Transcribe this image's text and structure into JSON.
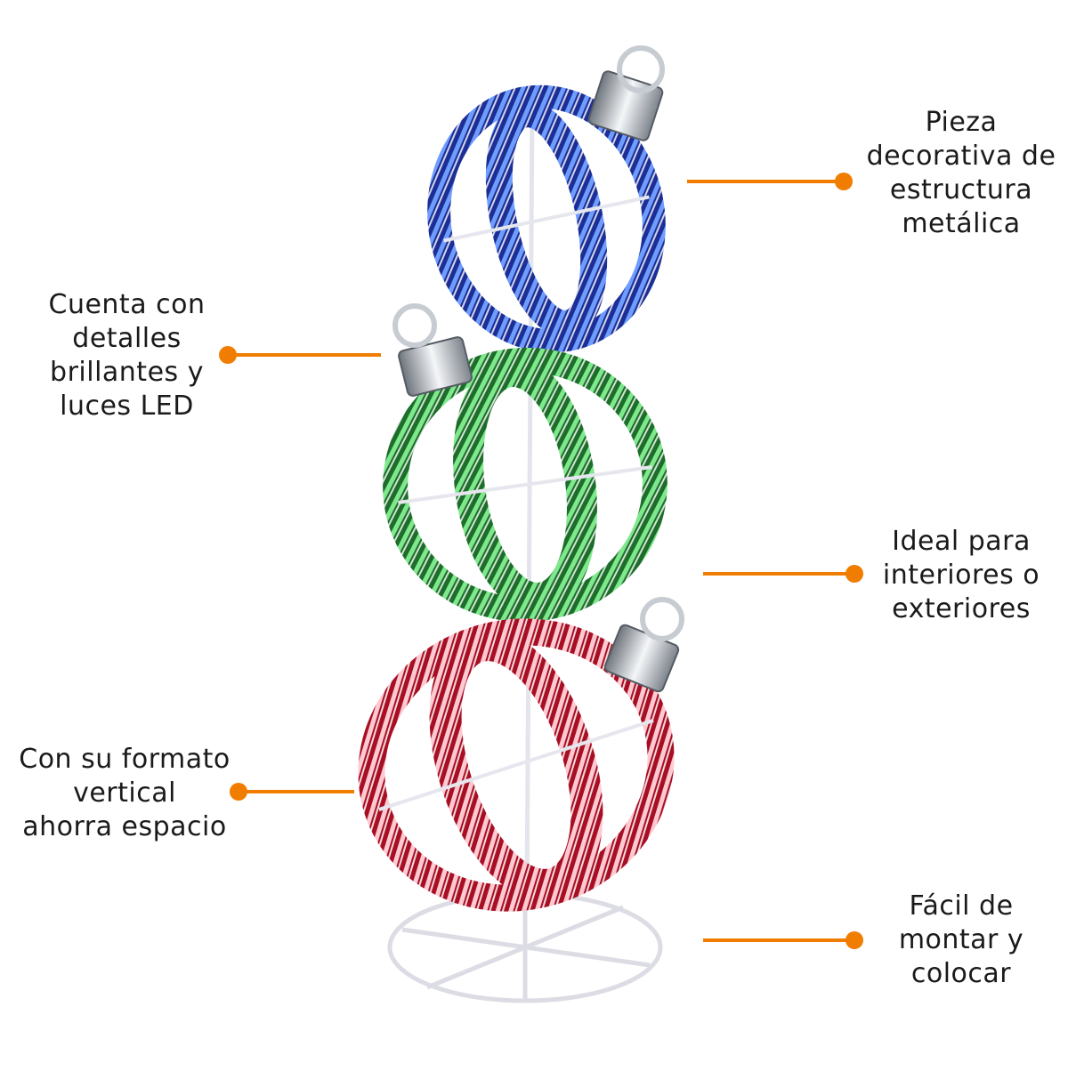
{
  "image": {
    "subject": "stacked-ornaments-decoration",
    "ornaments": [
      {
        "name": "top-ornament",
        "color": "#1e3aa8",
        "highlight": "#6aa8ff"
      },
      {
        "name": "middle-ornament",
        "color": "#1e7a2e",
        "highlight": "#7dff8a"
      },
      {
        "name": "bottom-ornament",
        "color": "#b3122a",
        "highlight": "#ffd0d6"
      }
    ],
    "frame_color": "#e9e9ef",
    "cap_color": "#9aa0a8"
  },
  "accent_color": "#f07d00",
  "callouts": [
    {
      "id": "metal-frame",
      "lines": [
        "Pieza",
        "decorativa de",
        "estructura",
        "metálica"
      ]
    },
    {
      "id": "led-lights",
      "lines": [
        "Cuenta con",
        "detalles",
        "brillantes y",
        "luces LED"
      ]
    },
    {
      "id": "indoor-outdoor",
      "lines": [
        "Ideal para",
        "interiores o",
        "exteriores"
      ]
    },
    {
      "id": "space-saving",
      "lines": [
        "Con su formato",
        "vertical",
        "ahorra espacio"
      ]
    },
    {
      "id": "easy-assembly",
      "lines": [
        "Fácil de",
        "montar y",
        "colocar"
      ]
    }
  ]
}
